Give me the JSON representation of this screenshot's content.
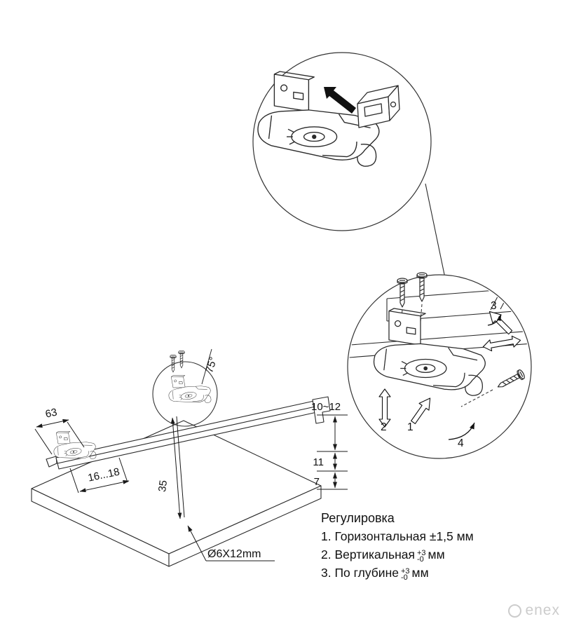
{
  "dimensions": {
    "bracket_offset": "63",
    "edge_spacing": "16...18",
    "hole_inset": "35",
    "screw_spec": "Ø6X12mm",
    "height_range": "10~12",
    "height_mid": "11",
    "height_low": "7",
    "angle": "75°"
  },
  "callouts": {
    "n1": "1",
    "n2": "2",
    "n3": "3",
    "n4": "4"
  },
  "adjustments": {
    "heading": "Регулировка",
    "line1": "1. Горизонтальная ±1,5 мм",
    "line2_prefix": "2. Вертикальная",
    "line2_tol_top": "+3",
    "line2_tol_bot": "-0",
    "line2_unit": "мм",
    "line3_prefix": "3. По глубине",
    "line3_tol_top": "+3",
    "line3_tol_bot": "-0",
    "line3_unit": "мм"
  },
  "watermark": "enex",
  "colors": {
    "line": "#2a2a2a",
    "text": "#111111",
    "watermark": "#cccccc"
  }
}
